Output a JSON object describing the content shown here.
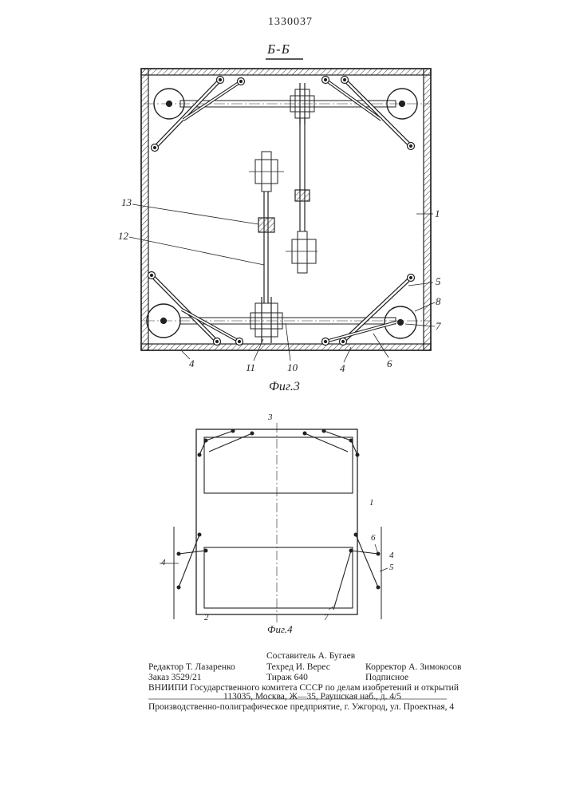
{
  "patent_number": "1330037",
  "figure3": {
    "section_label": "Б-Б",
    "caption": "Фиг.3",
    "labels": {
      "l1": "1",
      "l5": "5",
      "l8": "8",
      "l7": "7",
      "l6": "6",
      "l4a": "4",
      "l4b": "4",
      "l10": "10",
      "l11": "11",
      "l12": "12",
      "l13": "13"
    }
  },
  "figure4": {
    "caption": "Фиг.4",
    "labels": {
      "l3": "3",
      "l1": "1",
      "l6": "6",
      "l4a": "4",
      "l4b": "4",
      "l5": "5",
      "l2": "2",
      "l7": "7"
    }
  },
  "footer": {
    "compiler": "Составитель А. Бугаев",
    "editor": "Редактор Т. Лазаренко",
    "techred": "Техред И. Верес",
    "corrector": "Корректор А. Зимокосов",
    "order": "Заказ 3529/21",
    "circulation": "Тираж 640",
    "subscription": "Подписное",
    "org": "ВНИИПИ Государственного комитета СССР по делам изобретений и открытий",
    "address": "113035, Москва, Ж—35, Раушская наб., д. 4/5",
    "printer": "Производственно-полиграфическое предприятие, г. Ужгород, ул. Проектная, 4"
  }
}
